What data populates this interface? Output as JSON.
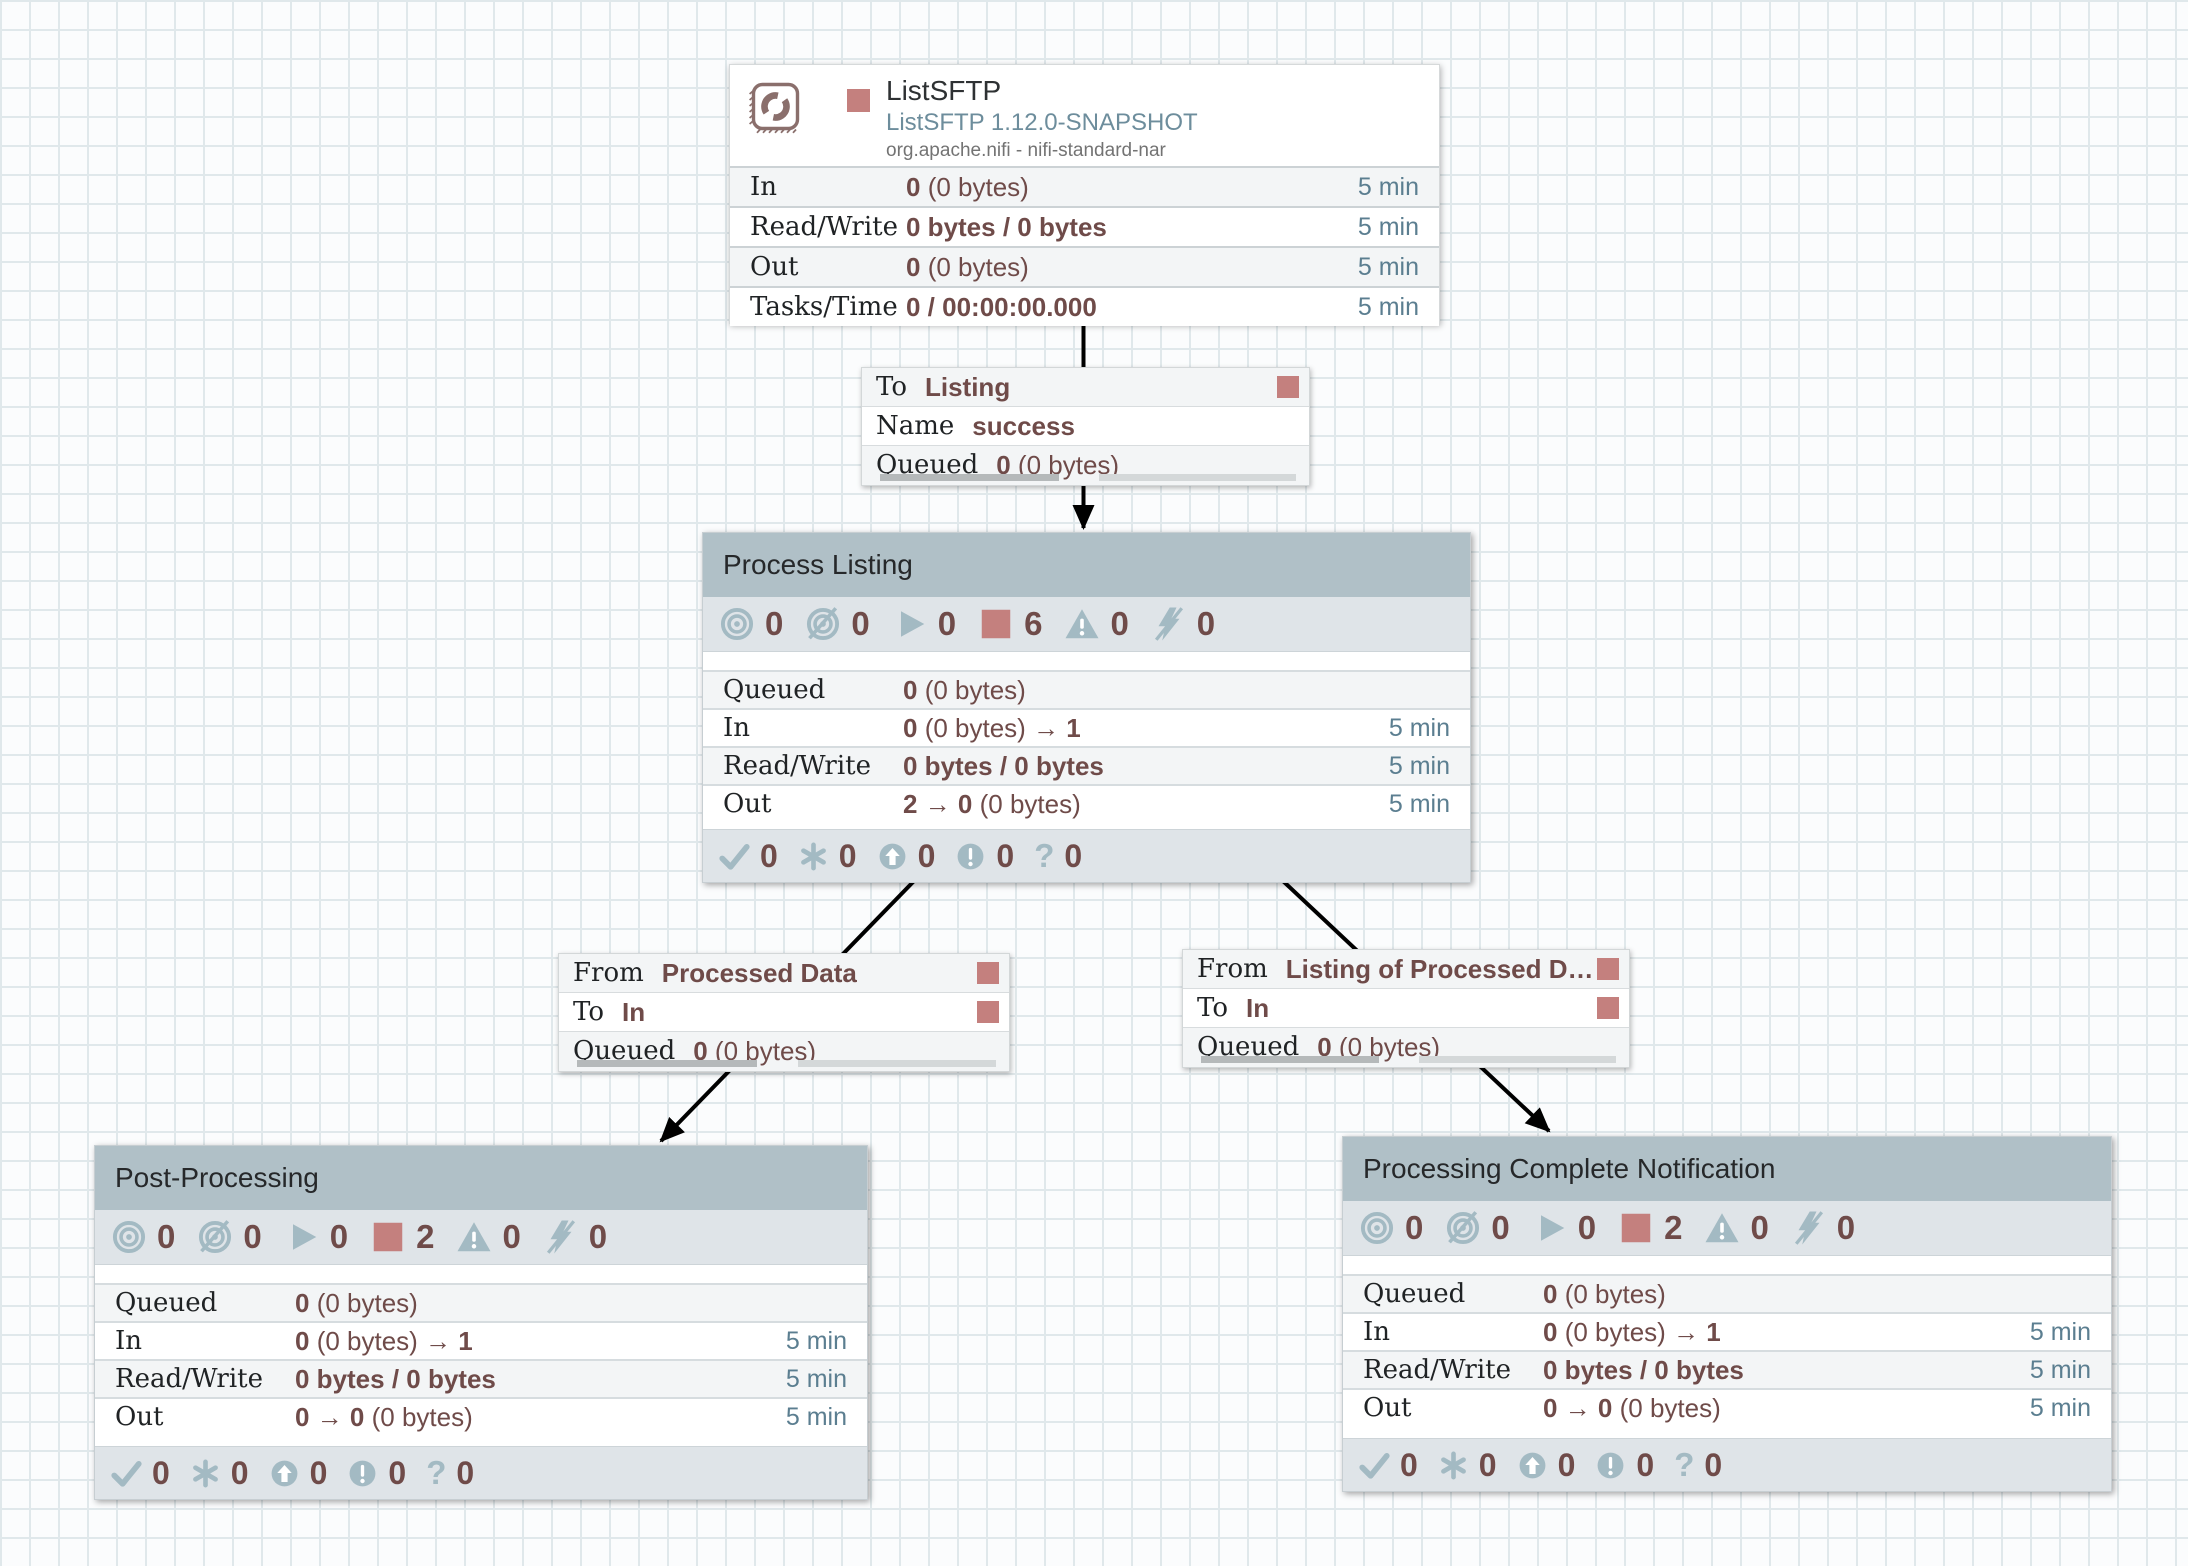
{
  "colors": {
    "accent_maroon": "#6f4b49",
    "icon_bluegrey": "#a3bac3",
    "group_header": "#b0c0c7",
    "stopped_red": "#c4807e",
    "time_window": "#5b7e90",
    "grid_line": "#e0e8eb"
  },
  "icons": {
    "transmitting": "bullseye-icon",
    "not_transmitting": "bullseye-slash-icon",
    "running": "play-icon",
    "stopped": "stop-square-icon",
    "invalid": "warning-triangle-icon",
    "disabled": "bolt-slash-icon",
    "up_to_date": "check-icon",
    "locally_modified": "asterisk-icon",
    "stale": "arrow-up-circle-icon",
    "locally_modified_and_stale": "exclamation-circle-icon",
    "sync_failure": "question-icon",
    "processor": "processor-refresh-stamp-icon"
  },
  "processor": {
    "name": "ListSFTP",
    "type": "ListSFTP 1.12.0-SNAPSHOT",
    "bundle": "org.apache.nifi - nifi-standard-nar",
    "rows": [
      {
        "label": "In",
        "v1": "0",
        "v2": " (0 bytes)",
        "v3": "",
        "window": "5 min"
      },
      {
        "label": "Read/Write",
        "v1": "0 bytes / 0 bytes",
        "v2": "",
        "v3": "",
        "window": "5 min"
      },
      {
        "label": "Out",
        "v1": "0",
        "v2": " (0 bytes)",
        "v3": "",
        "window": "5 min"
      },
      {
        "label": "Tasks/Time",
        "v1": "0 / 00:00:00.000",
        "v2": "",
        "v3": "",
        "window": "5 min"
      }
    ]
  },
  "connections": [
    {
      "r1_key": "To",
      "r1_value": "Listing",
      "r2_key": "Name",
      "r2_value": "success",
      "q_key": "Queued",
      "q_bold": "0",
      "q_rest": " (0 bytes)"
    },
    {
      "r1_key": "From",
      "r1_value": "Processed Data",
      "r2_key": "To",
      "r2_value": "In",
      "q_key": "Queued",
      "q_bold": "0",
      "q_rest": " (0 bytes)"
    },
    {
      "r1_key": "From",
      "r1_value": "Listing of Processed D…",
      "r2_key": "To",
      "r2_value": "In",
      "q_key": "Queued",
      "q_bold": "0",
      "q_rest": " (0 bytes)"
    }
  ],
  "groups": [
    {
      "title": "Process Listing",
      "badges": {
        "transmitting": "0",
        "not_transmitting": "0",
        "running": "0",
        "stopped": "6",
        "invalid": "0",
        "disabled": "0"
      },
      "queued": {
        "label": "Queued",
        "bold": "0",
        "rest": " (0 bytes)"
      },
      "rows": [
        {
          "label": "In",
          "v1": "0",
          "v2": " (0 bytes) → ",
          "v3": "1",
          "window": "5 min"
        },
        {
          "label": "Read/Write",
          "v1": "0 bytes / 0 bytes",
          "v2": "",
          "v3": "",
          "window": "5 min"
        },
        {
          "label": "Out",
          "v1": "2 → 0",
          "v2": " (0 bytes)",
          "v3": "",
          "window": "5 min"
        }
      ],
      "footer": {
        "up_to_date": "0",
        "locally_modified": "0",
        "stale": "0",
        "locally_modified_and_stale": "0",
        "sync_failure": "0"
      }
    },
    {
      "title": "Post-Processing",
      "badges": {
        "transmitting": "0",
        "not_transmitting": "0",
        "running": "0",
        "stopped": "2",
        "invalid": "0",
        "disabled": "0"
      },
      "queued": {
        "label": "Queued",
        "bold": "0",
        "rest": " (0 bytes)"
      },
      "rows": [
        {
          "label": "In",
          "v1": "0",
          "v2": " (0 bytes) → ",
          "v3": "1",
          "window": "5 min"
        },
        {
          "label": "Read/Write",
          "v1": "0 bytes / 0 bytes",
          "v2": "",
          "v3": "",
          "window": "5 min"
        },
        {
          "label": "Out",
          "v1": "0 → 0",
          "v2": " (0 bytes)",
          "v3": "",
          "window": "5 min"
        }
      ],
      "footer": {
        "up_to_date": "0",
        "locally_modified": "0",
        "stale": "0",
        "locally_modified_and_stale": "0",
        "sync_failure": "0"
      }
    },
    {
      "title": "Processing Complete Notification",
      "badges": {
        "transmitting": "0",
        "not_transmitting": "0",
        "running": "0",
        "stopped": "2",
        "invalid": "0",
        "disabled": "0"
      },
      "queued": {
        "label": "Queued",
        "bold": "0",
        "rest": " (0 bytes)"
      },
      "rows": [
        {
          "label": "In",
          "v1": "0",
          "v2": " (0 bytes) → ",
          "v3": "1",
          "window": "5 min"
        },
        {
          "label": "Read/Write",
          "v1": "0 bytes / 0 bytes",
          "v2": "",
          "v3": "",
          "window": "5 min"
        },
        {
          "label": "Out",
          "v1": "0 → 0",
          "v2": " (0 bytes)",
          "v3": "",
          "window": "5 min"
        }
      ],
      "footer": {
        "up_to_date": "0",
        "locally_modified": "0",
        "stale": "0",
        "locally_modified_and_stale": "0",
        "sync_failure": "0"
      }
    }
  ]
}
